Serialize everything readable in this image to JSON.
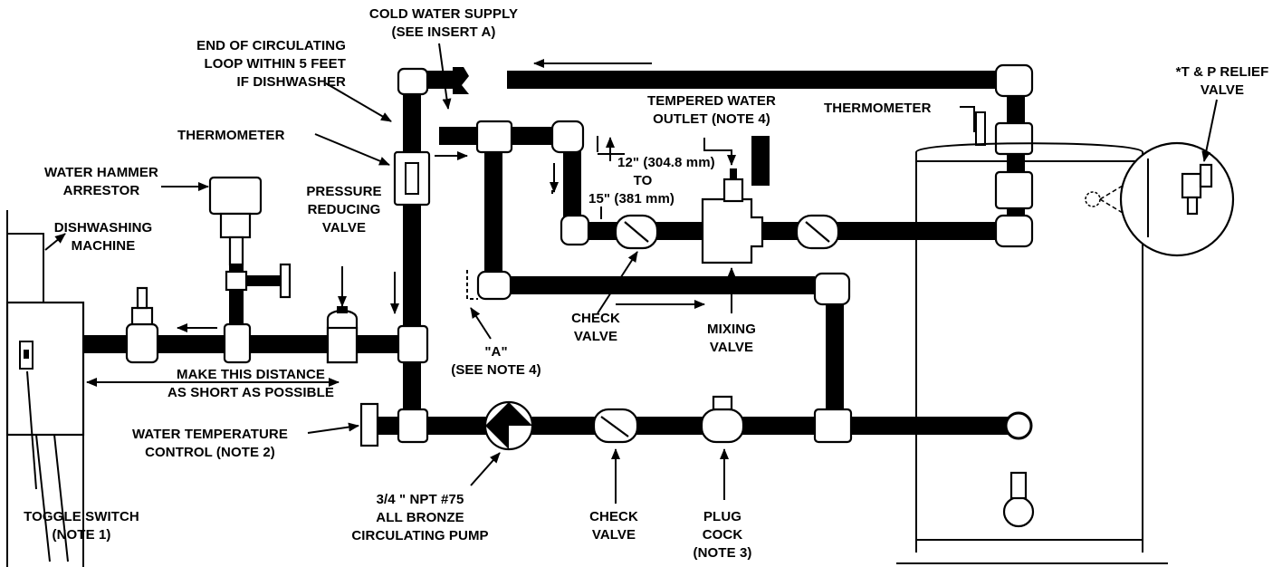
{
  "labels": {
    "cold_water_supply": [
      "COLD WATER SUPPLY",
      "(SEE INSERT A)"
    ],
    "end_of_loop": [
      "END OF CIRCULATING",
      "LOOP WITHIN 5 FEET",
      "IF DISHWASHER"
    ],
    "thermometer_left": "THERMOMETER",
    "water_hammer_arrestor": [
      "WATER HAMMER",
      "ARRESTOR"
    ],
    "dishwashing_machine": [
      "DISHWASHING",
      "MACHINE"
    ],
    "pressure_reducing_valve": [
      "PRESSURE",
      "REDUCING",
      "VALVE"
    ],
    "tempered_water_outlet": [
      "TEMPERED WATER",
      "OUTLET (NOTE 4)"
    ],
    "distance_note": [
      "12\" (304.8 mm)",
      "TO",
      "15\" (381 mm)"
    ],
    "thermometer_right": "THERMOMETER",
    "tp_relief_valve": [
      "*T & P RELIEF",
      "VALVE"
    ],
    "check_valve_upper": [
      "CHECK",
      "VALVE"
    ],
    "mixing_valve": [
      "MIXING",
      "VALVE"
    ],
    "insert_a": [
      "\"A\"",
      "(SEE NOTE 4)"
    ],
    "make_distance_short": [
      "MAKE THIS DISTANCE",
      "AS SHORT AS POSSIBLE"
    ],
    "water_temperature_control": [
      "WATER TEMPERATURE",
      "CONTROL (NOTE 2)"
    ],
    "circulating_pump": [
      "3/4 \" NPT #75",
      "ALL BRONZE",
      "CIRCULATING PUMP"
    ],
    "check_valve_lower": [
      "CHECK",
      "VALVE"
    ],
    "plug_cock": [
      "PLUG",
      "COCK",
      "(NOTE 3)"
    ],
    "toggle_switch": [
      "TOGGLE SWITCH",
      "(NOTE 1)"
    ]
  }
}
